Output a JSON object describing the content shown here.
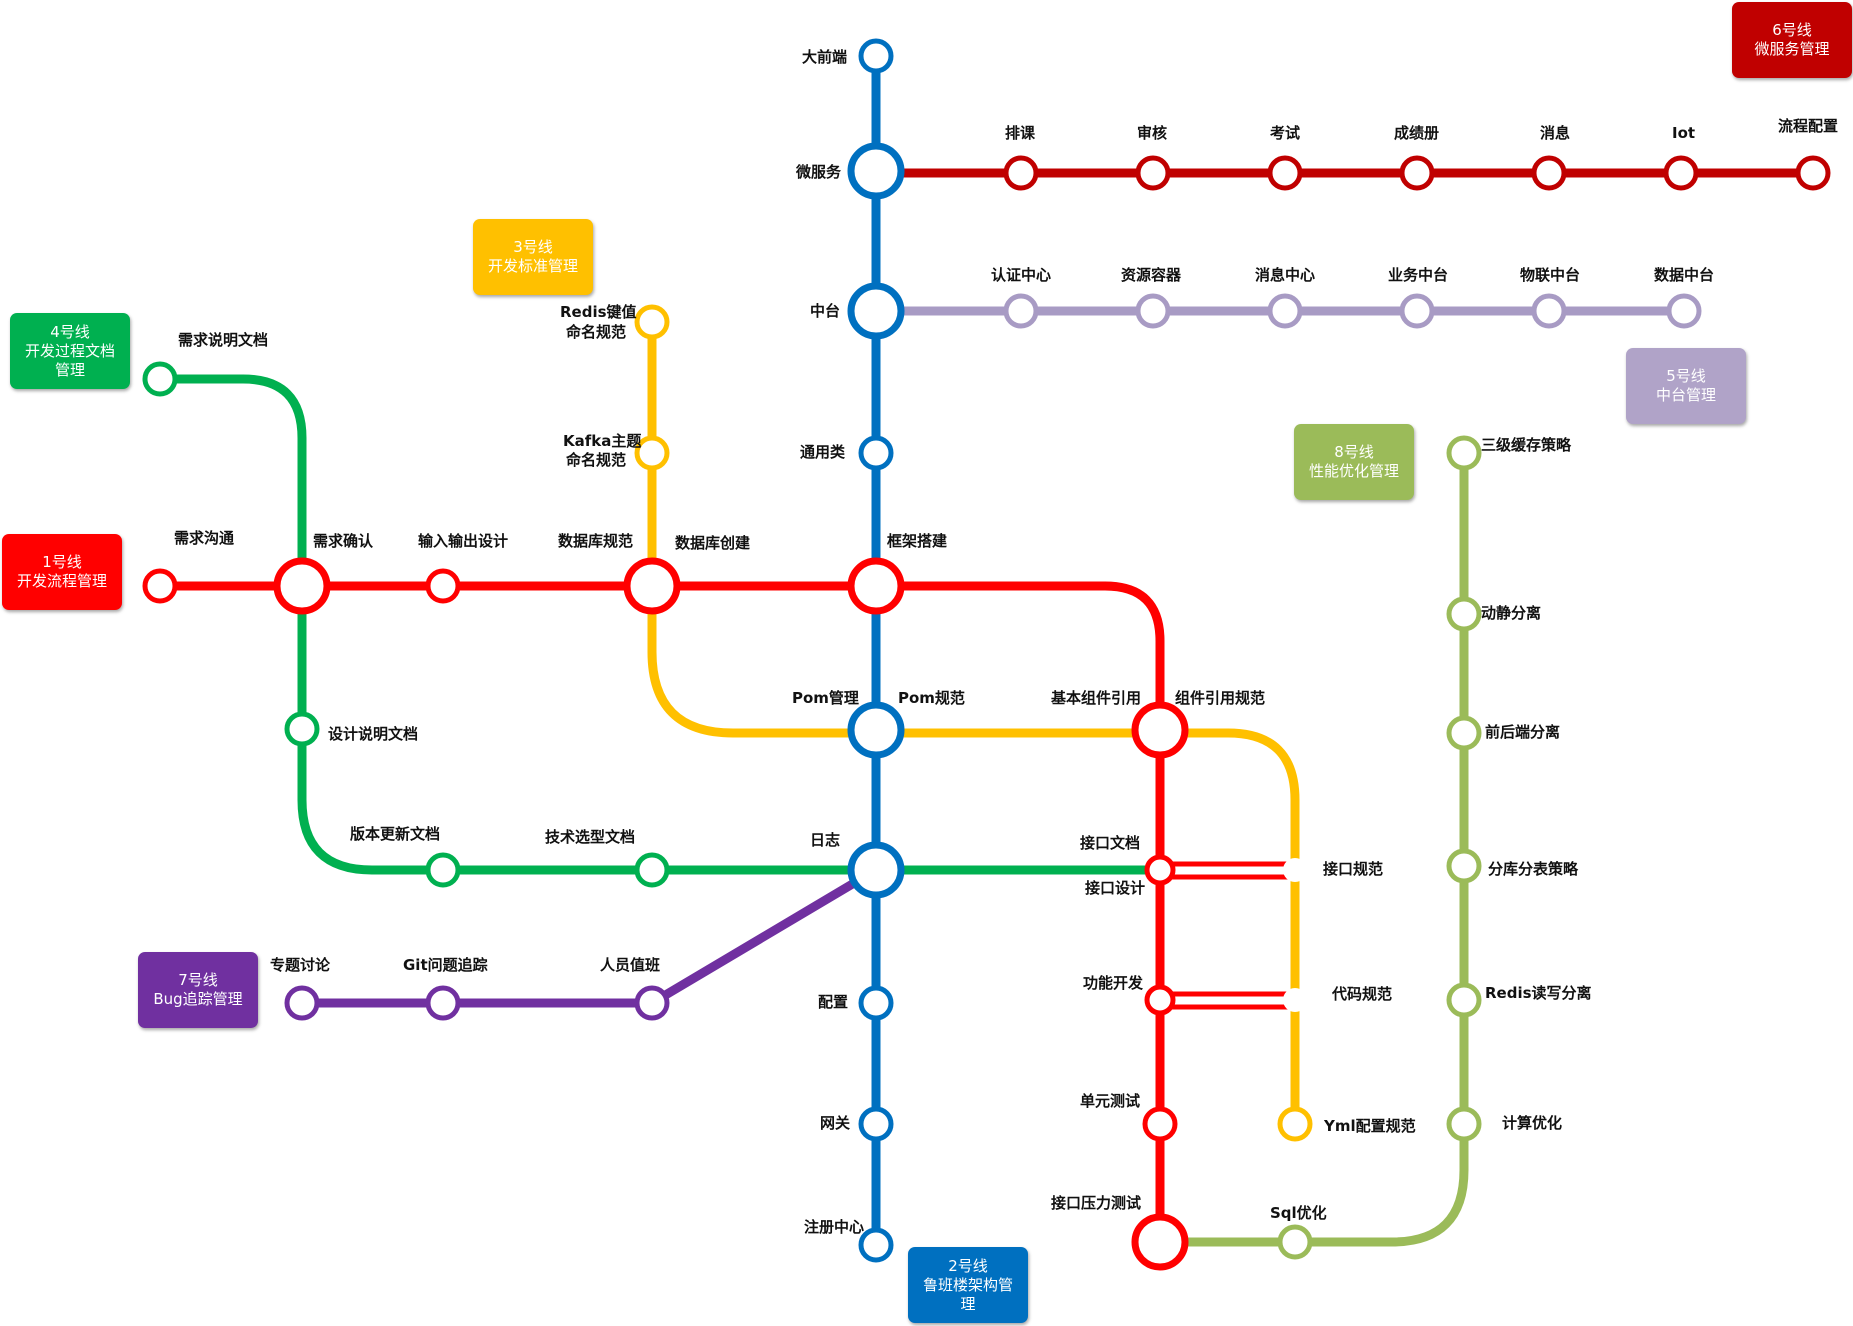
{
  "colors": {
    "red": "#ff0000",
    "blue": "#0070c0",
    "yellow": "#ffc000",
    "green": "#00b050",
    "lavender": "#a89bc4",
    "darkred": "#c00000",
    "purple": "#7030a0",
    "olive": "#9bbb59"
  },
  "lines": [
    {
      "id": "line1",
      "color": "#ff0000",
      "badge": {
        "number": "1号线",
        "name": "开发流程管理",
        "bg": "#ff0000",
        "fg": "#ffffff"
      }
    },
    {
      "id": "line2",
      "color": "#0070c0",
      "badge": {
        "number": "2号线",
        "name": "鲁班楼架构管\n理",
        "bg": "#0070c0",
        "fg": "#ffffff"
      }
    },
    {
      "id": "line3",
      "color": "#ffc000",
      "badge": {
        "number": "3号线",
        "name": "开发标准管理",
        "bg": "#ffc000",
        "fg": "#ffffff"
      }
    },
    {
      "id": "line4",
      "color": "#00b050",
      "badge": {
        "number": "4号线",
        "name": "开发过程文档\n管理",
        "bg": "#00b050",
        "fg": "#ffffff"
      }
    },
    {
      "id": "line5",
      "color": "#a89bc4",
      "badge": {
        "number": "5号线",
        "name": "中台管理",
        "bg": "#b0a3c8",
        "fg": "#ffffff"
      }
    },
    {
      "id": "line6",
      "color": "#c00000",
      "badge": {
        "number": "6号线",
        "name": "微服务管理",
        "bg": "#c00000",
        "fg": "#ffffff"
      }
    },
    {
      "id": "line7",
      "color": "#7030a0",
      "badge": {
        "number": "7号线",
        "name": "Bug追踪管理",
        "bg": "#7030a0",
        "fg": "#ffffff"
      }
    },
    {
      "id": "line8",
      "color": "#9bbb59",
      "badge": {
        "number": "8号线",
        "name": "性能优化管理",
        "bg": "#9bbb59",
        "fg": "#ffffff"
      }
    }
  ],
  "stations": {
    "line1": [
      "需求沟通",
      "需求确认",
      "输入输出设计",
      "数据库规范",
      "数据库创建",
      "框架搭建",
      "基本组件引用",
      "接口文档",
      "接口设计",
      "功能开发",
      "单元测试",
      "接口压力测试"
    ],
    "line2": [
      "大前端",
      "微服务",
      "中台",
      "通用类",
      "框架搭建",
      "Pom管理",
      "Pom规范",
      "日志",
      "配置",
      "网关",
      "注册中心"
    ],
    "line3": [
      "Redis键值",
      "命名规范",
      "Kafka主题",
      "命名规范",
      "数据库创建",
      "组件引用规范",
      "接口规范",
      "代码规范",
      "Yml配置规范"
    ],
    "line4": [
      "需求说明文档",
      "设计说明文档",
      "版本更新文档",
      "技术选型文档",
      "日志",
      "接口设计"
    ],
    "line5": [
      "认证中心",
      "资源容器",
      "消息中心",
      "业务中台",
      "物联中台",
      "数据中台"
    ],
    "line6": [
      "排课",
      "审核",
      "考试",
      "成绩册",
      "消息",
      "Iot",
      "流程配置"
    ],
    "line7": [
      "专题讨论",
      "Git问题追踪",
      "人员值班"
    ],
    "line8": [
      "三级缓存策略",
      "动静分离",
      "前后端分离",
      "分库分表策略",
      "Redis读写分离",
      "计算优化",
      "Sql优化"
    ]
  }
}
